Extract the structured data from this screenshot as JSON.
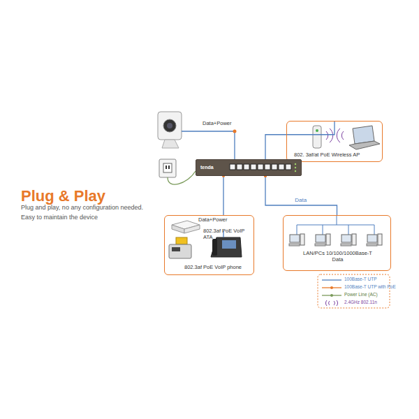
{
  "diagram": {
    "title": "Plug & Play",
    "nodes": [
      {
        "text": [
          "802. 3af/at PoE Wireless AP"
        ]
      },
      {
        "text": [
          "tenda"
        ]
      },
      {
        "text": [
          "802.3af PoE VoIP ATA",
          "802.3af PoE VoIP phone"
        ]
      },
      {
        "text": [
          "LAN/PCs 10/100/1000Base-T Data"
        ]
      }
    ],
    "edges": [
      {
        "from": 1,
        "to": 0,
        "arrow": "none"
      },
      {
        "from": 1,
        "to": 2,
        "arrow": "none"
      },
      {
        "from": 1,
        "to": 3,
        "label": "Data",
        "arrow": "none"
      }
    ],
    "labels": [
      "Plug and play, no any configuration needed.",
      "Easy to maintain the device",
      "Data+Power",
      "Data+Power"
    ],
    "legend": [
      {
        "text": "100Base-T UTP"
      },
      {
        "text": "100Base-T UTP with PoE"
      },
      {
        "text": "Power Line (AC)"
      },
      {
        "text": "2.4GHz 802.11n"
      }
    ]
  }
}
